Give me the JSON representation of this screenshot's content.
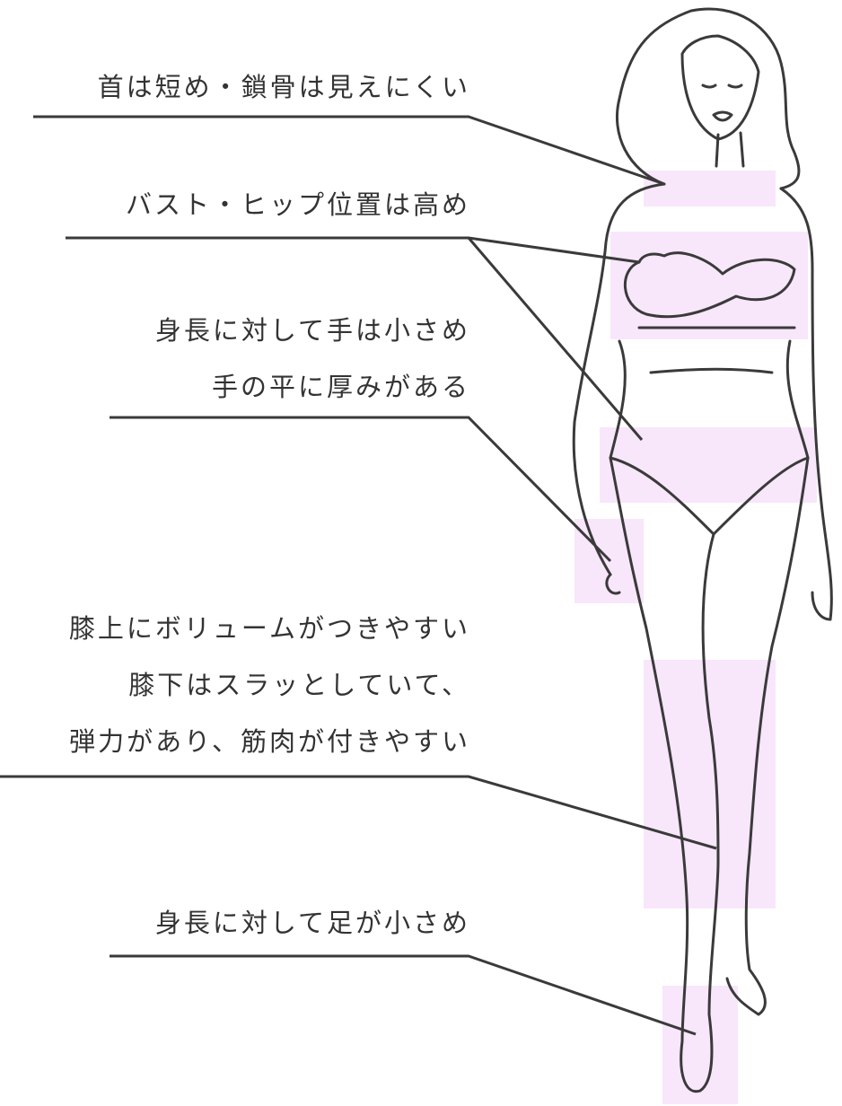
{
  "colors": {
    "highlight": "#f8e6fb",
    "line": "#3a3a3a",
    "text": "#333333"
  },
  "annotations": [
    {
      "lines": [
        "首は短め・鎖骨は見えにくい"
      ]
    },
    {
      "lines": [
        "バスト・ヒップ位置は高め"
      ]
    },
    {
      "lines": [
        "身長に対して手は小さめ",
        "手の平に厚みがある"
      ]
    },
    {
      "lines": [
        "膝上にボリュームがつきやすい",
        "膝下はスラッとしていて、",
        "弾力があり、筋肉が付きやすい"
      ]
    },
    {
      "lines": [
        "身長に対して足が小さめ"
      ]
    }
  ]
}
